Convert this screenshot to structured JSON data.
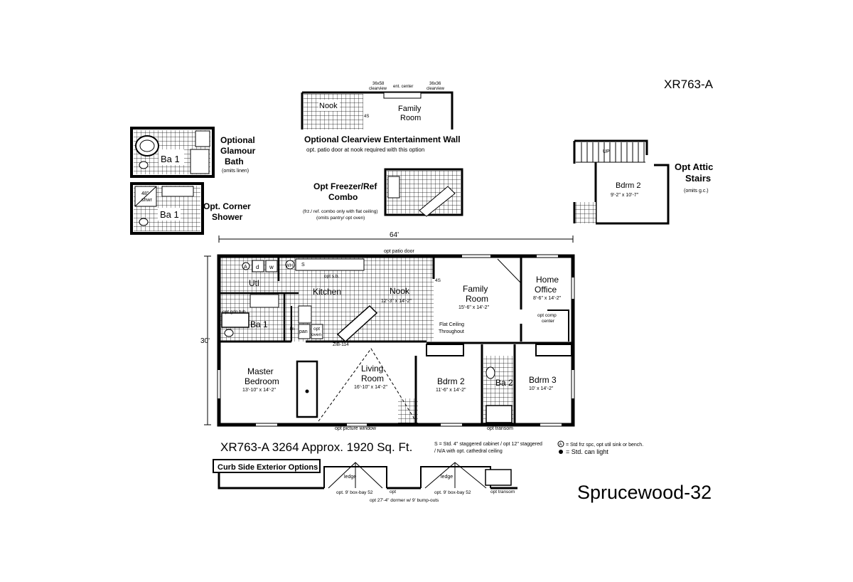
{
  "plan_code": "XR763-A",
  "title_line": "XR763-A 3264  Approx. 1920 Sq. Ft.",
  "model_name": "Sprucewood-32",
  "dimensions": {
    "width": "64'",
    "depth": "30'"
  },
  "notes": {
    "s_note_1": "S = Std. 4\" staggered cabinet / opt 12\" staggered",
    "s_note_2": "/ N/A with opt. cathedral ceiling",
    "legend_a": "= Std frz spc, opt util sink or bench.",
    "legend_light": "= Std. can light"
  },
  "labels": {
    "opt_patio_door": "opt patio door",
    "opt_picture_window": "opt picture window",
    "opt_transom": "opt transom",
    "zib": "ZIB-114",
    "flat_ceiling_1": "Flat Ceiling",
    "flat_ceiling_2": "Throughout",
    "opt_gdn_tub": "opt gdn tub",
    "opt_sb": "opt s.b.",
    "pan": "pan",
    "lin": "lin",
    "opt_oven_1": "opt",
    "opt_oven_2": "oven",
    "opt_comp_center_1": "opt comp",
    "opt_comp_center_2": "center",
    "four_s": "4S",
    "wh": "WH",
    "d": "d",
    "w": "w",
    "s": "S",
    "a": "A"
  },
  "rooms": {
    "utl": {
      "name": "Utl"
    },
    "kitchen": {
      "name": "Kitchen"
    },
    "nook": {
      "name": "Nook",
      "size": "12'-3\" x 14'-2\""
    },
    "family": {
      "name1": "Family",
      "name2": "Room",
      "size": "15'-6\" x 14'-2\""
    },
    "office": {
      "name1": "Home",
      "name2": "Office",
      "size": "8'-6\" x 14'-2\""
    },
    "ba1": {
      "name": "Ba 1"
    },
    "master": {
      "name1": "Master",
      "name2": "Bedroom",
      "size": "13'-10\" x 14'-2\""
    },
    "living": {
      "name1": "Living",
      "name2": "Room",
      "size": "16'-10\" x 14'-2\""
    },
    "bdrm2": {
      "name": "Bdrm 2",
      "size": "11'-6\" x 14'-2\""
    },
    "ba2": {
      "name": "Ba 2"
    },
    "bdrm3": {
      "name": "Bdrm 3",
      "size": "10' x 14'-2\""
    }
  },
  "options": {
    "glamour_bath": {
      "t1": "Optional",
      "t2": "Glamour",
      "t3": "Bath",
      "sub": "(omits linen)",
      "room": "Ba 1"
    },
    "corner_shower": {
      "t1": "Opt. Corner",
      "t2": "Shower",
      "room": "Ba 1",
      "shwr1": "48\"",
      "shwr2": "shwr"
    },
    "clearview": {
      "title": "Optional Clearview Entertainment Wall",
      "sub": "opt. patio door at nook required with this option",
      "nook": "Nook",
      "family1": "Family",
      "family2": "Room",
      "clear_left1": "36x58",
      "clear_left2": "clearview",
      "ent": "ent. center",
      "clear_right1": "36x36",
      "clear_right2": "clearview",
      "four_s": "4S"
    },
    "freezer": {
      "t1": "Opt Freezer/Ref",
      "t2": "Combo",
      "sub1": "(frz./ ref. combo only with flat ceiling)",
      "sub2": "(omits pantry/ opt oven)"
    },
    "attic": {
      "t1": "Opt Attic",
      "t2": "Stairs",
      "sub": "(omits g.c.)",
      "room": "Bdrm 2",
      "size": "9'-2\" x 10'-7\"",
      "up": "UP"
    },
    "curb": {
      "title": "Curb Side Exterior Options",
      "ledge1": "ledge",
      "ledge2": "ledge",
      "box_bay_1": "opt. 9' box-bay 52",
      "opt": "opt",
      "box_bay_2": "opt. 9' box-bay 52",
      "transom": "opt transom",
      "dormer": "opt 27'-4\" dormer w/ 9' bump-outs"
    }
  }
}
